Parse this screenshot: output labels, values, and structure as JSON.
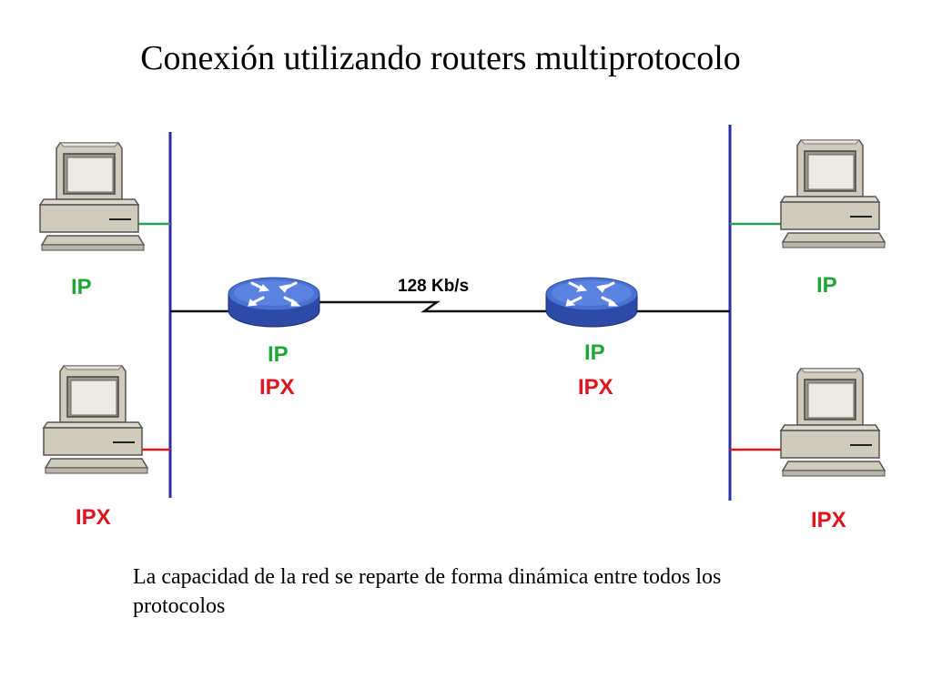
{
  "title": "Conexión utilizando routers multiprotocolo",
  "link_speed": "128 Kb/s",
  "hosts": {
    "top_left": "IP",
    "bottom_left": "IPX",
    "top_right": "IP",
    "bottom_right": "IPX"
  },
  "routers": {
    "left": {
      "proto1": "IP",
      "proto2": "IPX"
    },
    "right": {
      "proto1": "IP",
      "proto2": "IPX"
    }
  },
  "caption": "La capacidad de la red se reparte de forma dinámica entre todos los protocolos",
  "colors": {
    "ip_link": "#2e9a5e",
    "ipx_link": "#e0141e",
    "segment": "#2b2ea0",
    "router_blue": "#3f63c9"
  },
  "icons": [
    "computer-icon",
    "router-icon"
  ]
}
